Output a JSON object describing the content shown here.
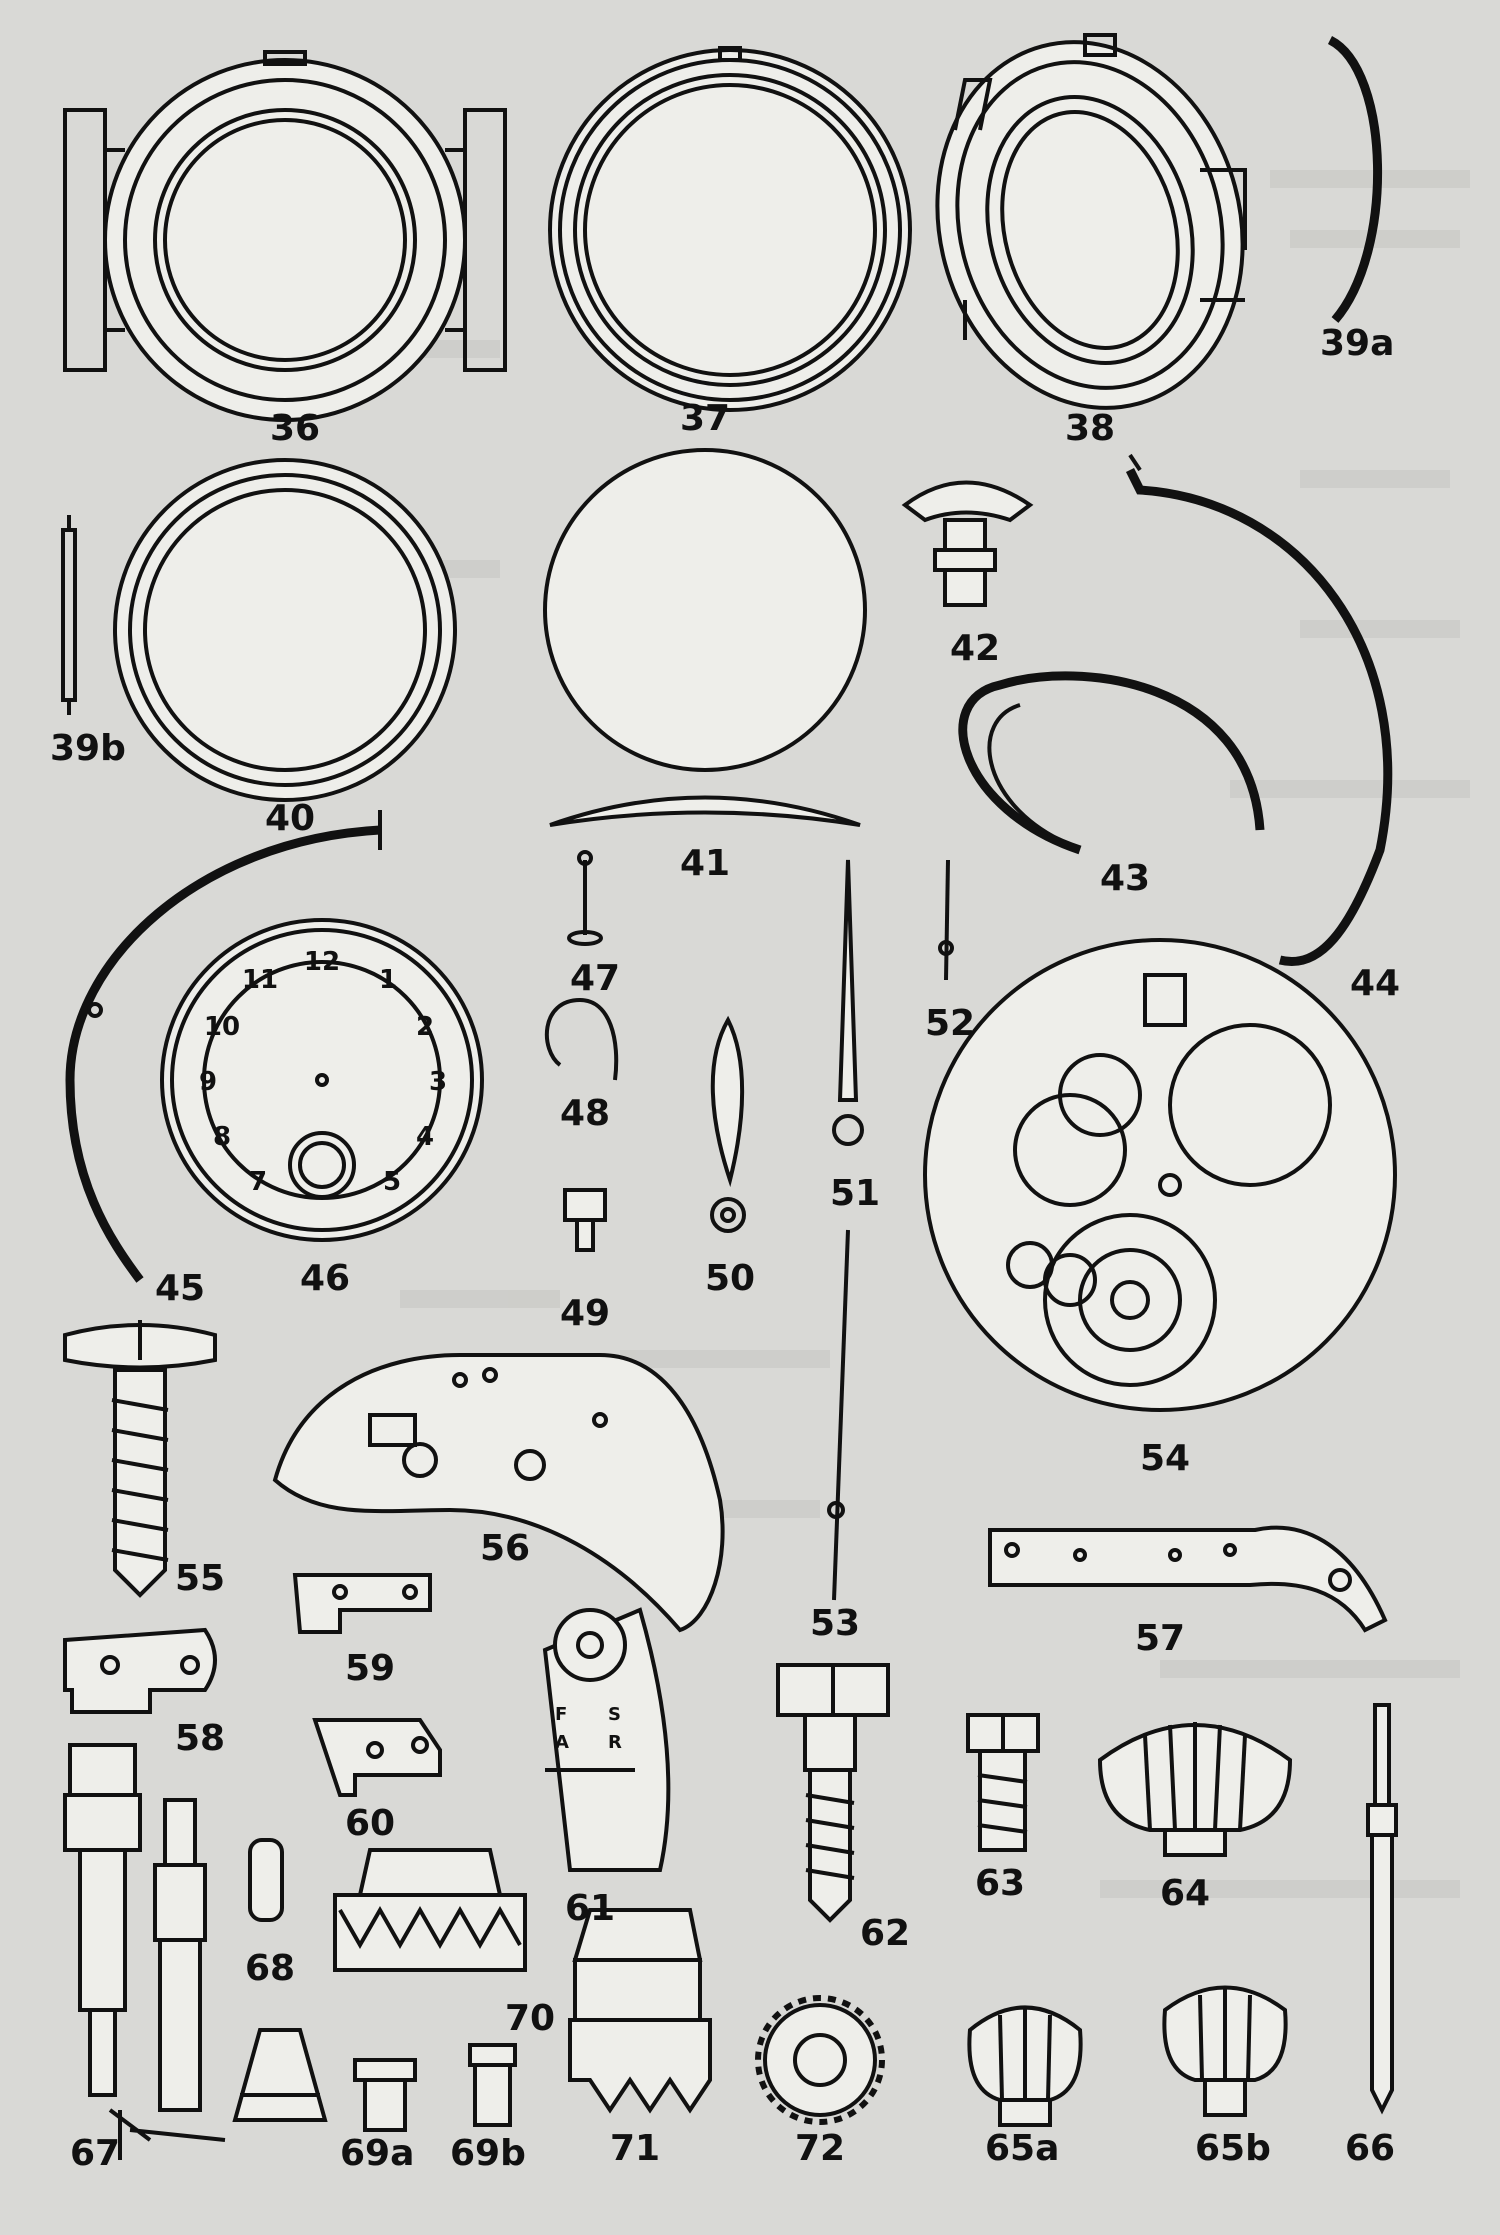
{
  "plate": {
    "part_labels": {
      "p36": "36",
      "p37": "37",
      "p38": "38",
      "p39a": "39a",
      "p39b": "39b",
      "p40": "40",
      "p41": "41",
      "p42": "42",
      "p43": "43",
      "p44": "44",
      "p45": "45",
      "p46": "46",
      "p47": "47",
      "p48": "48",
      "p49": "49",
      "p50": "50",
      "p51": "51",
      "p52": "52",
      "p53": "53",
      "p54": "54",
      "p55": "55",
      "p56": "56",
      "p57": "57",
      "p58": "58",
      "p59": "59",
      "p60": "60",
      "p61": "61",
      "p62": "62",
      "p63": "63",
      "p64": "64",
      "p65a": "65a",
      "p65b": "65b",
      "p66": "66",
      "p67": "67",
      "p68": "68",
      "p69a": "69a",
      "p69b": "69b",
      "p70": "70",
      "p71": "71",
      "p72": "72"
    },
    "dial_numerals": [
      "12",
      "1",
      "2",
      "3",
      "4",
      "5",
      "7",
      "8",
      "9",
      "10",
      "11"
    ],
    "regulator_marks": {
      "fast": "F",
      "advance": "A",
      "slow": "S",
      "retard": "R"
    },
    "colors": {
      "paper": "#d9d9d6",
      "ink": "#111111",
      "show_through": "#b9b9b5"
    }
  }
}
